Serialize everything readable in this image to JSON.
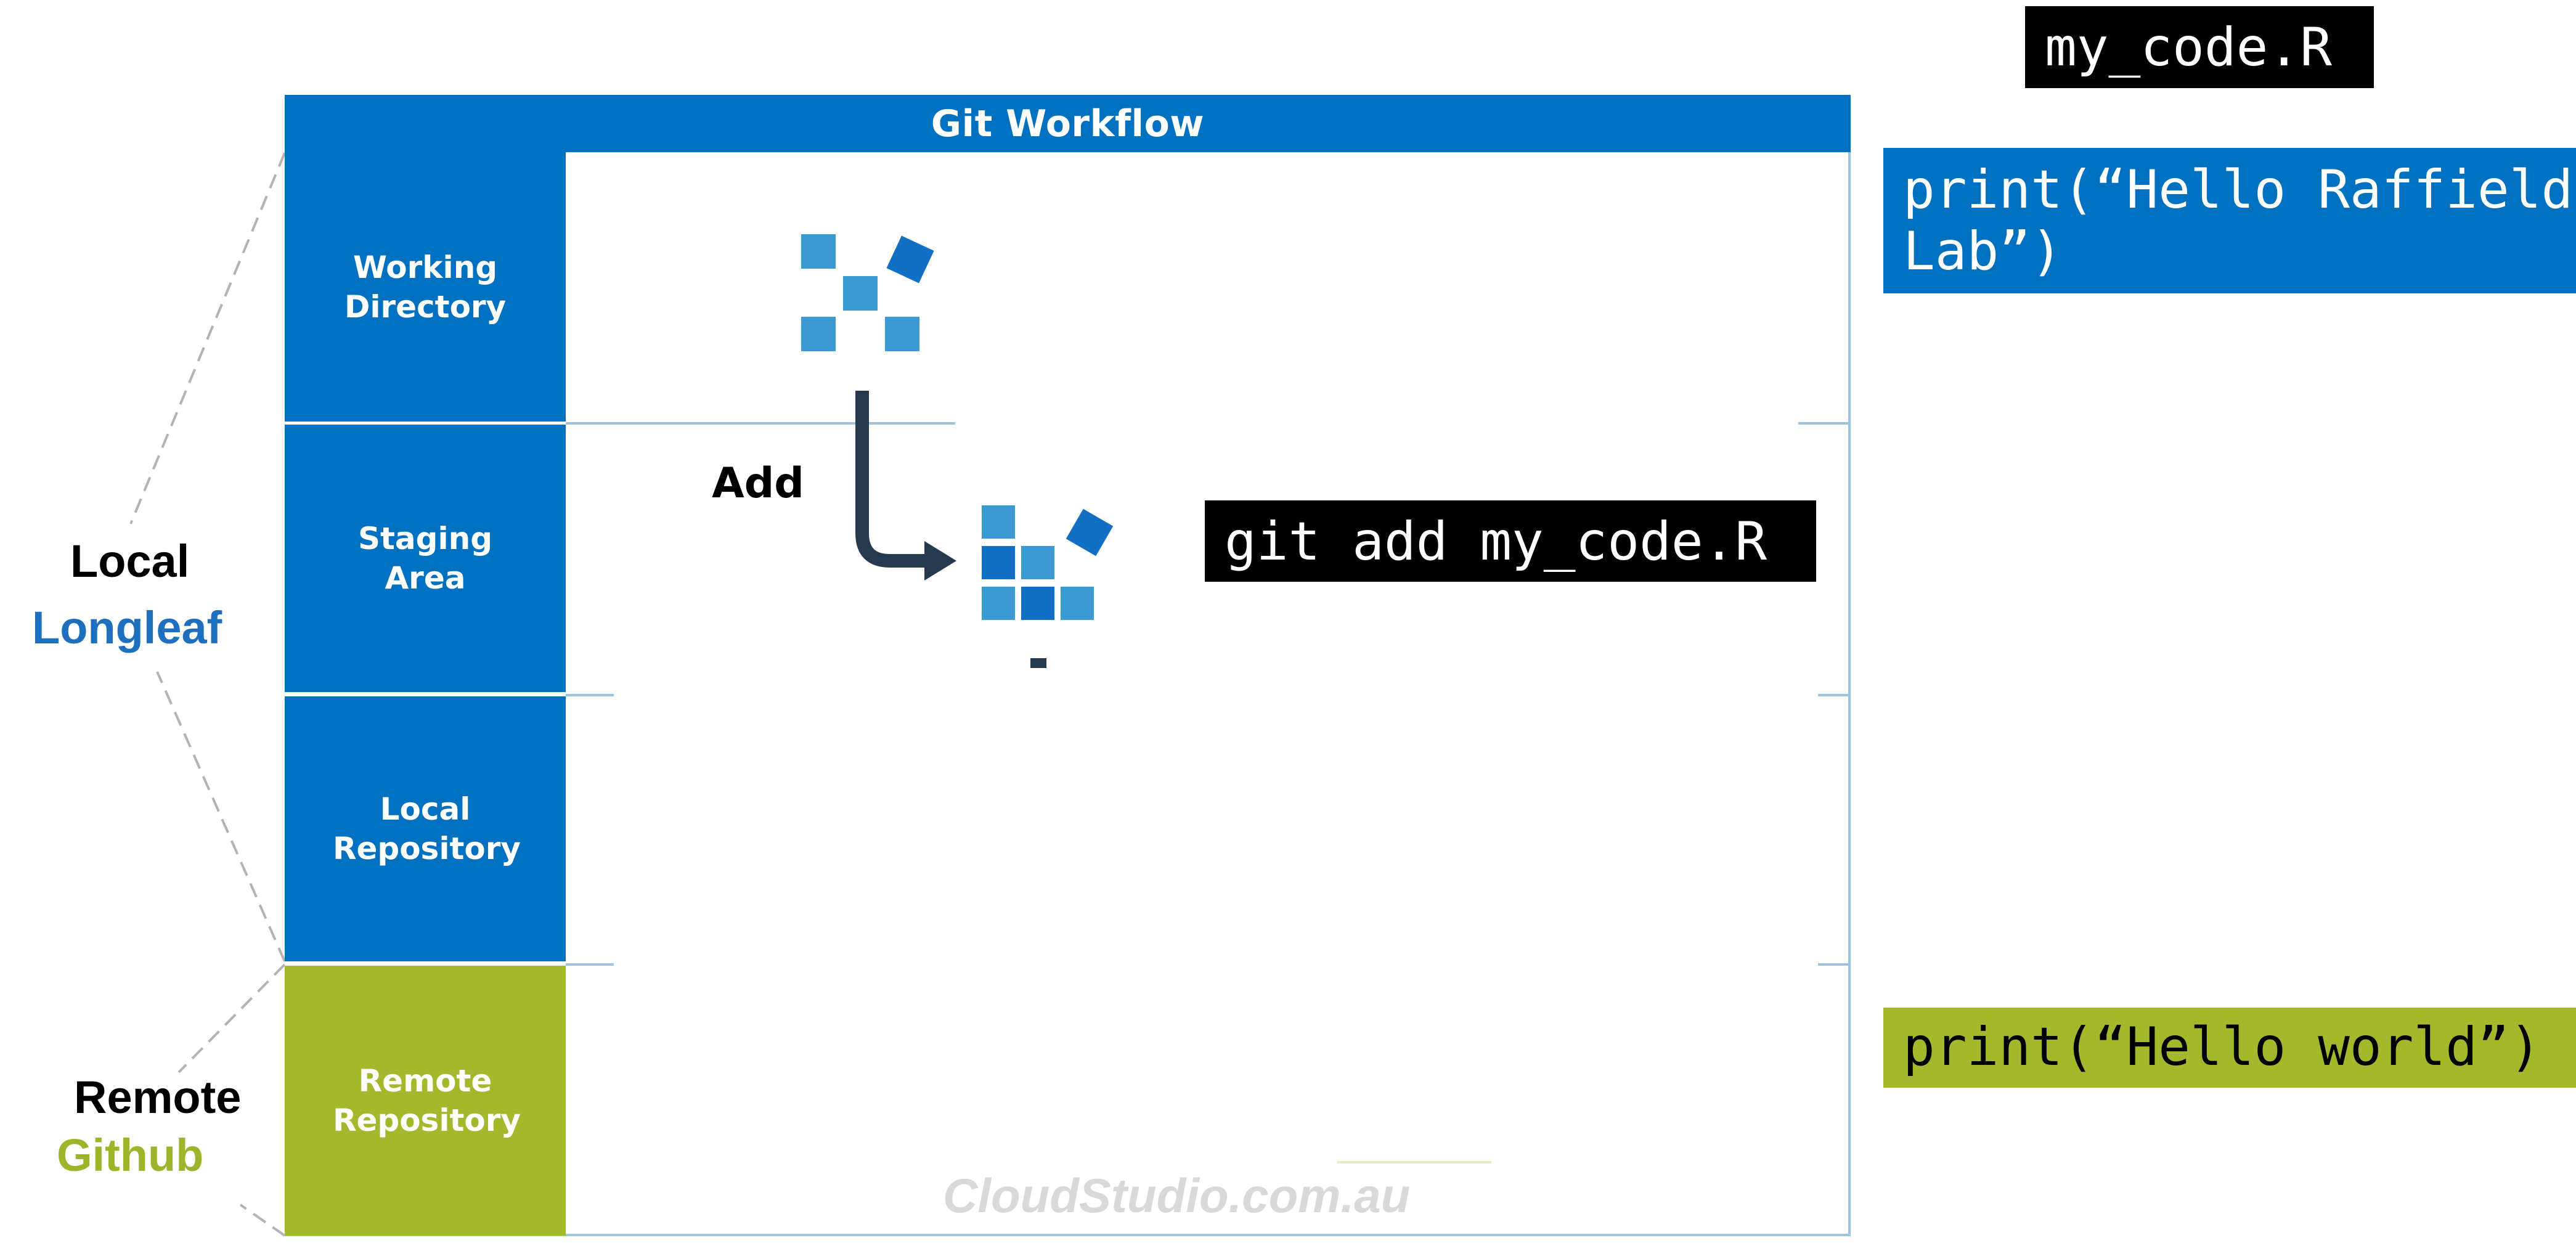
{
  "diagram": {
    "title": "Git Workflow",
    "stages": [
      {
        "label": "Working Directory",
        "color": "#0070c0"
      },
      {
        "label": "Staging Area",
        "color": "#0070c0"
      },
      {
        "label": "Local Repository",
        "color": "#0070c0"
      },
      {
        "label": "Remote Repository",
        "color": "#a5b82b"
      }
    ],
    "action_label": "Add",
    "watermark": "CloudStudio.com.au"
  },
  "groups": {
    "local": {
      "label": "Local",
      "sublabel": "Longleaf",
      "sublabel_color": "#1f6fbf"
    },
    "remote": {
      "label": "Remote",
      "sublabel": "Github",
      "sublabel_color": "#9cb52a"
    }
  },
  "code": {
    "filename": "my_code.R",
    "command": "git add my_code.R",
    "local_content": "print(“Hello Raffield\nLab”)",
    "remote_content": "print(“Hello world”)"
  },
  "colors": {
    "accent_blue": "#0070c0",
    "accent_green": "#a5b82b",
    "dark": "#000000",
    "arrow": "#263a4f"
  }
}
